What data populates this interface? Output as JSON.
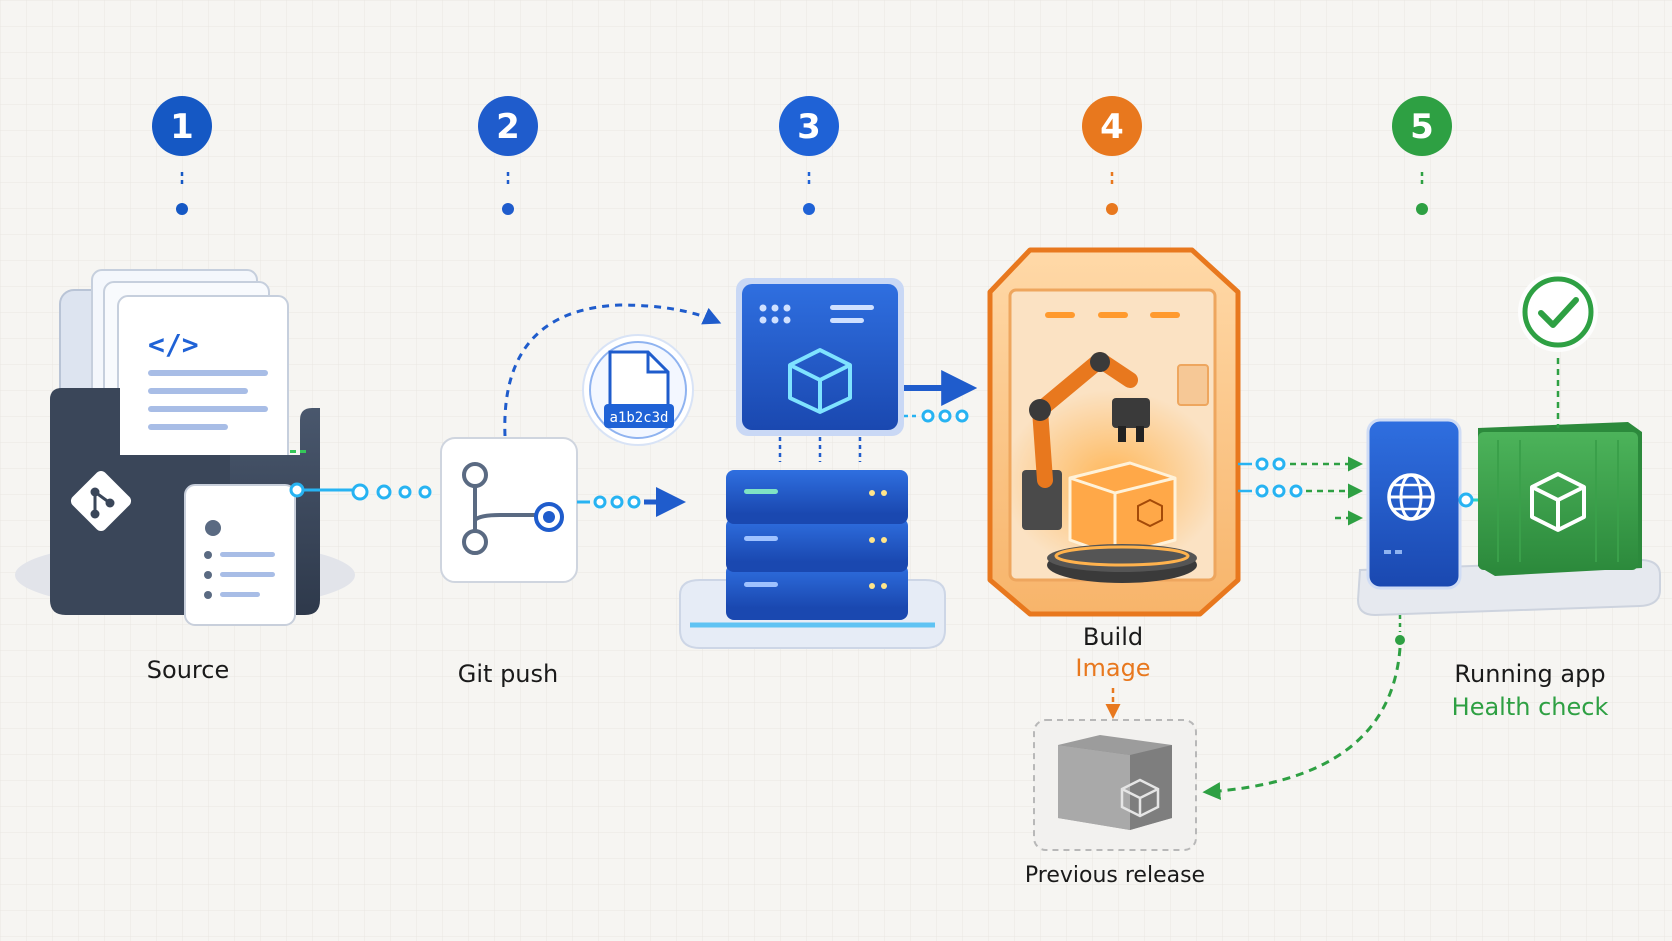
{
  "steps": [
    {
      "number": "1",
      "label": "Source",
      "color": "#1558c4"
    },
    {
      "number": "2",
      "label": "Git push",
      "color": "#1f5ccc"
    },
    {
      "number": "3",
      "label": "",
      "color": "#1f62d6"
    },
    {
      "number": "4",
      "label": "Build",
      "sublabel": "Image",
      "color": "#e8781e"
    },
    {
      "number": "5",
      "label": "Running app",
      "sublabel": "Health check",
      "color": "#2ea043"
    }
  ],
  "commit_tag": "a1b2c3d",
  "rollback": {
    "label": "Previous release"
  },
  "colors": {
    "blue": "#1f5ccc",
    "light_blue": "#27b3f2",
    "orange": "#e8781e",
    "green": "#2ea043",
    "gray": "#8a8a8a",
    "background": "#f6f5f2"
  },
  "icons": [
    "git-folder-icon",
    "code-icon",
    "config-doc-icon",
    "branch-icon",
    "file-icon",
    "server-stack-icon",
    "cube-icon",
    "robot-arm-icon",
    "globe-icon",
    "container-icon",
    "check-icon"
  ]
}
